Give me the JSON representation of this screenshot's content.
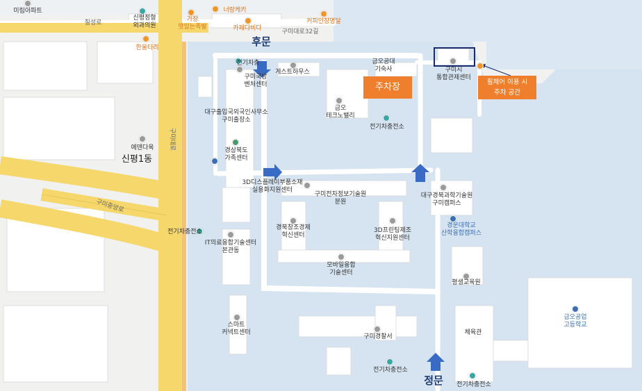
{
  "map": {
    "gates": {
      "rear": "후문",
      "main": "정문"
    },
    "areas": {
      "sinpyeong": "신평1동"
    },
    "callouts": {
      "parking": "주차장",
      "wheelchair_line1": "휠체어 이용 시",
      "wheelchair_line2": "주차 공간"
    },
    "roads": {
      "chilseong": "칠성로",
      "gumidaero": "구미대로",
      "gumidaero32": "구미대로32길",
      "gumiinterchange": "구미중앙로"
    },
    "places": {
      "mirim_apt": "미림아파트",
      "sinpyeong_office_1": "신평정형",
      "sinpyeong_office_2": "외과의원",
      "gajang_1": "가장",
      "gajang_2": "맛있는족발",
      "neorang": "너랑케키",
      "hanultari": "한울타리",
      "cafe_bida": "카페다비다",
      "coffee_in": "커피인장명달",
      "ev_charger_rear": "전기차충",
      "gumi_venture_1": "구미국방",
      "gumi_venture_2": "벤처센터",
      "guesthouse": "게스트하우스",
      "dorm_1": "금오공대",
      "dorm_2": "기숙사",
      "control_1": "구미시",
      "control_2": "통합관제센터",
      "export_1": "대구출입국외국인사무소",
      "export_2": "구미출장소",
      "techno_1": "금오",
      "techno_2": "테크노밸리",
      "ev_charger_center": "전기차충전소",
      "family_1": "경상북도",
      "family_2": "가족센터",
      "eden": "에덴다육",
      "display_1": "3D디스플레이부품소재",
      "display_2": "실용화지원센터",
      "gumi_info_1": "구미전자정보기술원",
      "gumi_info_2": "분원",
      "dgist_1": "대구경북과학기술원",
      "dgist_2": "구미캠퍼스",
      "ev_charger_left": "전기차충전소",
      "creative_1": "경북창조경제",
      "creative_2": "혁신센터",
      "print_1": "3D프린팅제조",
      "print_2": "혁신지원센터",
      "kyungwoon_1": "경운대학교",
      "kyungwoon_2": "산학융합캠퍼스",
      "it_1": "IT의료융합기술센터",
      "it_2": "본관동",
      "mobile_1": "모바일융합",
      "mobile_2": "기술센터",
      "lifelong": "평생교육원",
      "smart_1": "스마트",
      "smart_2": "커넥트센터",
      "police": "구미경찰서",
      "gym": "체육관",
      "kumoh_hs_1": "금오공업",
      "kumoh_hs_2": "고등학교",
      "ev_charger_bottom": "전기차충전소",
      "ev_charger_main": "전기차충전소"
    }
  }
}
